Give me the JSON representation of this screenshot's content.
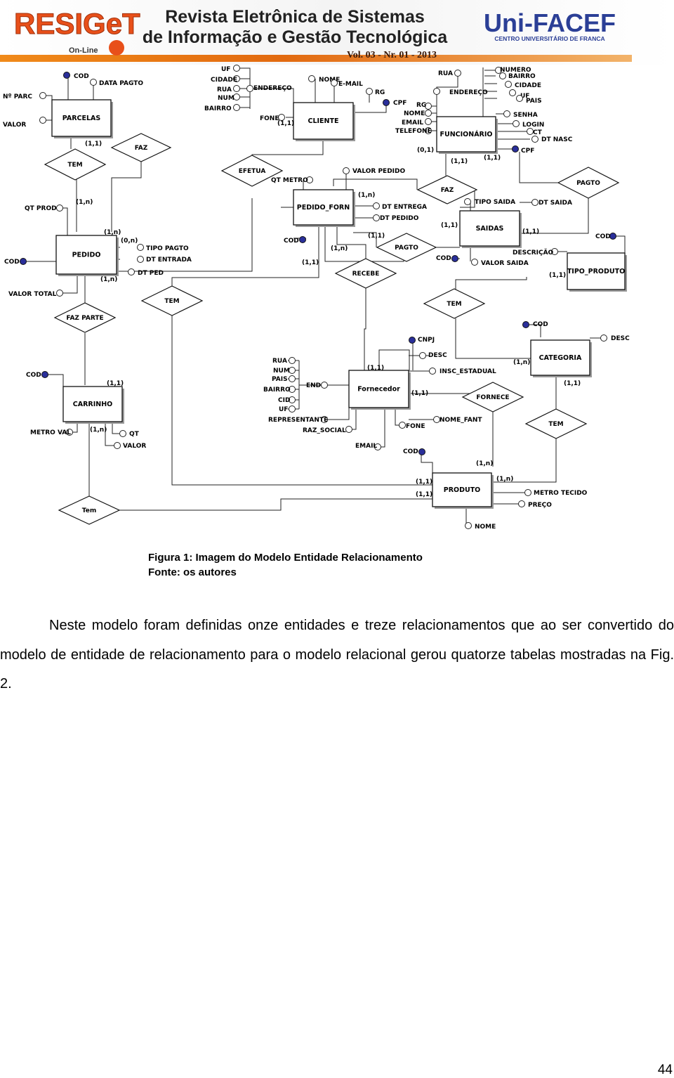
{
  "header": {
    "logo_left": "RESIGeT",
    "logo_left_sub": "On-Line",
    "journal_line1": "Revista Eletrônica de Sistemas",
    "journal_line2": "de Informação e Gestão Tecnológica",
    "volume": "Vol. 03 - Nr. 01 - 2013",
    "logo_right": "Uni-FACEF",
    "logo_right_sub": "CENTRO UNIVERSITÁRIO DE FRANCA"
  },
  "diagram": {
    "entities": {
      "parcelas": "PARCELAS",
      "cliente": "CLIENTE",
      "funcionario": "FUNCIONÁRIO",
      "pedido_forn": "PEDIDO_FORN",
      "saidas": "SAIDAS",
      "pedido": "PEDIDO",
      "tipo_produto": "TIPO_PRODUTO",
      "fornecedor": "Fornecedor",
      "categoria": "CATEGORIA",
      "carrinho": "CARRINHO",
      "produto": "PRODUTO"
    },
    "relationships": {
      "tem1": "TEM",
      "faz1": "FAZ",
      "efetua": "EFETUA",
      "faz2": "FAZ",
      "pagto1": "PAGTO",
      "pagto2": "PAGTO",
      "recebe": "RECEBE",
      "faz_parte": "FAZ PARTE",
      "tem2": "TEM",
      "tem3": "TEM",
      "fornece": "FORNECE",
      "tem4": "TEM",
      "tem5": "Tem"
    },
    "attributes": {
      "parcelas_cod": "COD",
      "parcelas_data_pagto": "DATA PAGTO",
      "parcelas_num": "Nº PARC",
      "parcelas_valor": "VALOR",
      "cliente_uf": "UF",
      "cliente_cidade": "CIDADE",
      "cliente_rua": "RUA",
      "cliente_num": "NUM",
      "cliente_bairro": "BAIRRO",
      "cliente_endereco": "ENDEREÇO",
      "cliente_nome": "NOME",
      "cliente_email": "E-MAIL",
      "cliente_rg": "RG",
      "cliente_cpf": "CPF",
      "cliente_fone": "FONE",
      "func_rua": "RUA",
      "func_numero": "NUMERO",
      "func_bairro": "BAIRRO",
      "func_endereco": "ENDEREÇO",
      "func_cidade": "CIDADE",
      "func_uf": "UF",
      "func_pais": "PAIS",
      "func_rg": "RG",
      "func_nome": "NOME",
      "func_senha": "SENHA",
      "func_email": "EMAIL",
      "func_login": "LOGIN",
      "func_telefone": "TELEFONE",
      "func_ct": "CT",
      "func_dtnasc": "DT NASC",
      "func_cpf": "CPF",
      "pf_qt_metro": "QT METRO",
      "pf_valor_pedido": "VALOR PEDIDO",
      "pf_dt_entrega": "DT ENTREGA",
      "pf_dt_pedido": "DT PEDIDO",
      "pf_cod": "COD",
      "saidas_tipo": "TIPO SAIDA",
      "saidas_dt": "DT SAIDA",
      "saidas_cod": "COD",
      "saidas_valor": "VALOR SAIDA",
      "pedido_qt_prod": "QT PROD",
      "pedido_cod": "COD",
      "pedido_tipo_pagto": "TIPO PAGTO",
      "pedido_dt_entrada": "DT ENTRADA",
      "pedido_dt_ped": "DT PED",
      "pedido_valor_total": "VALOR TOTAL",
      "tp_cod": "COD",
      "tp_descricao": "DESCRIÇÃO",
      "forn_cnpj": "CNPJ",
      "forn_desc": "DESC",
      "forn_insc": "INSC_ESTADUAL",
      "forn_rua": "RUA",
      "forn_num": "NUM",
      "forn_pais": "PAIS",
      "forn_bairro": "BAIRRO",
      "forn_end": "END",
      "forn_cid": "CID",
      "forn_uf": "UF",
      "forn_representante": "REPRESENTANTE",
      "forn_raz_social": "RAZ_SOCIAL",
      "forn_fone": "FONE",
      "forn_nome_fant": "NOME_FANT",
      "forn_email": "EMAIL",
      "cat_cod": "COD",
      "cat_desc": "DESC",
      "car_cod": "COD",
      "car_metro_val": "METRO VAL",
      "car_qt": "QT",
      "car_valor": "VALOR",
      "prod_cod": "COD",
      "prod_metro_tecido": "METRO TECIDO",
      "prod_preco": "PREÇO",
      "prod_nome": "NOME"
    },
    "cardinalities": {
      "c1": "(1,1)",
      "c2": "(1,1)",
      "c3": "(0,1)",
      "c4": "(1,1)",
      "c5": "(1,1)",
      "c6": "(1,n)",
      "c7": "(1,n)",
      "c8": "(1,n)",
      "c9": "(0,n)",
      "c10": "(1,1)",
      "c11": "(1,1)",
      "c12": "(1,1)",
      "c13": "(1,n)",
      "c14": "(1,1)",
      "c15": "(1,n)",
      "c16": "(1,1)",
      "c17": "(1,1)",
      "c18": "(1,1)",
      "c19": "(1,n)",
      "c20": "(1,1)",
      "c21": "(1,1)",
      "c22": "(1,n)",
      "c23": "(1,n)",
      "c24": "(1,1)",
      "c25": "(1,1)",
      "c26": "(1,n)"
    }
  },
  "caption": {
    "figure": "Figura 1: Imagem do Modelo Entidade Relacionamento",
    "source": "Fonte: os autores"
  },
  "body_text": "Neste modelo foram definidas onze entidades e treze relacionamentos que ao ser convertido do modelo de entidade de relacionamento para o modelo relacional gerou quatorze tabelas mostradas na Fig. 2.",
  "page_number": "44"
}
